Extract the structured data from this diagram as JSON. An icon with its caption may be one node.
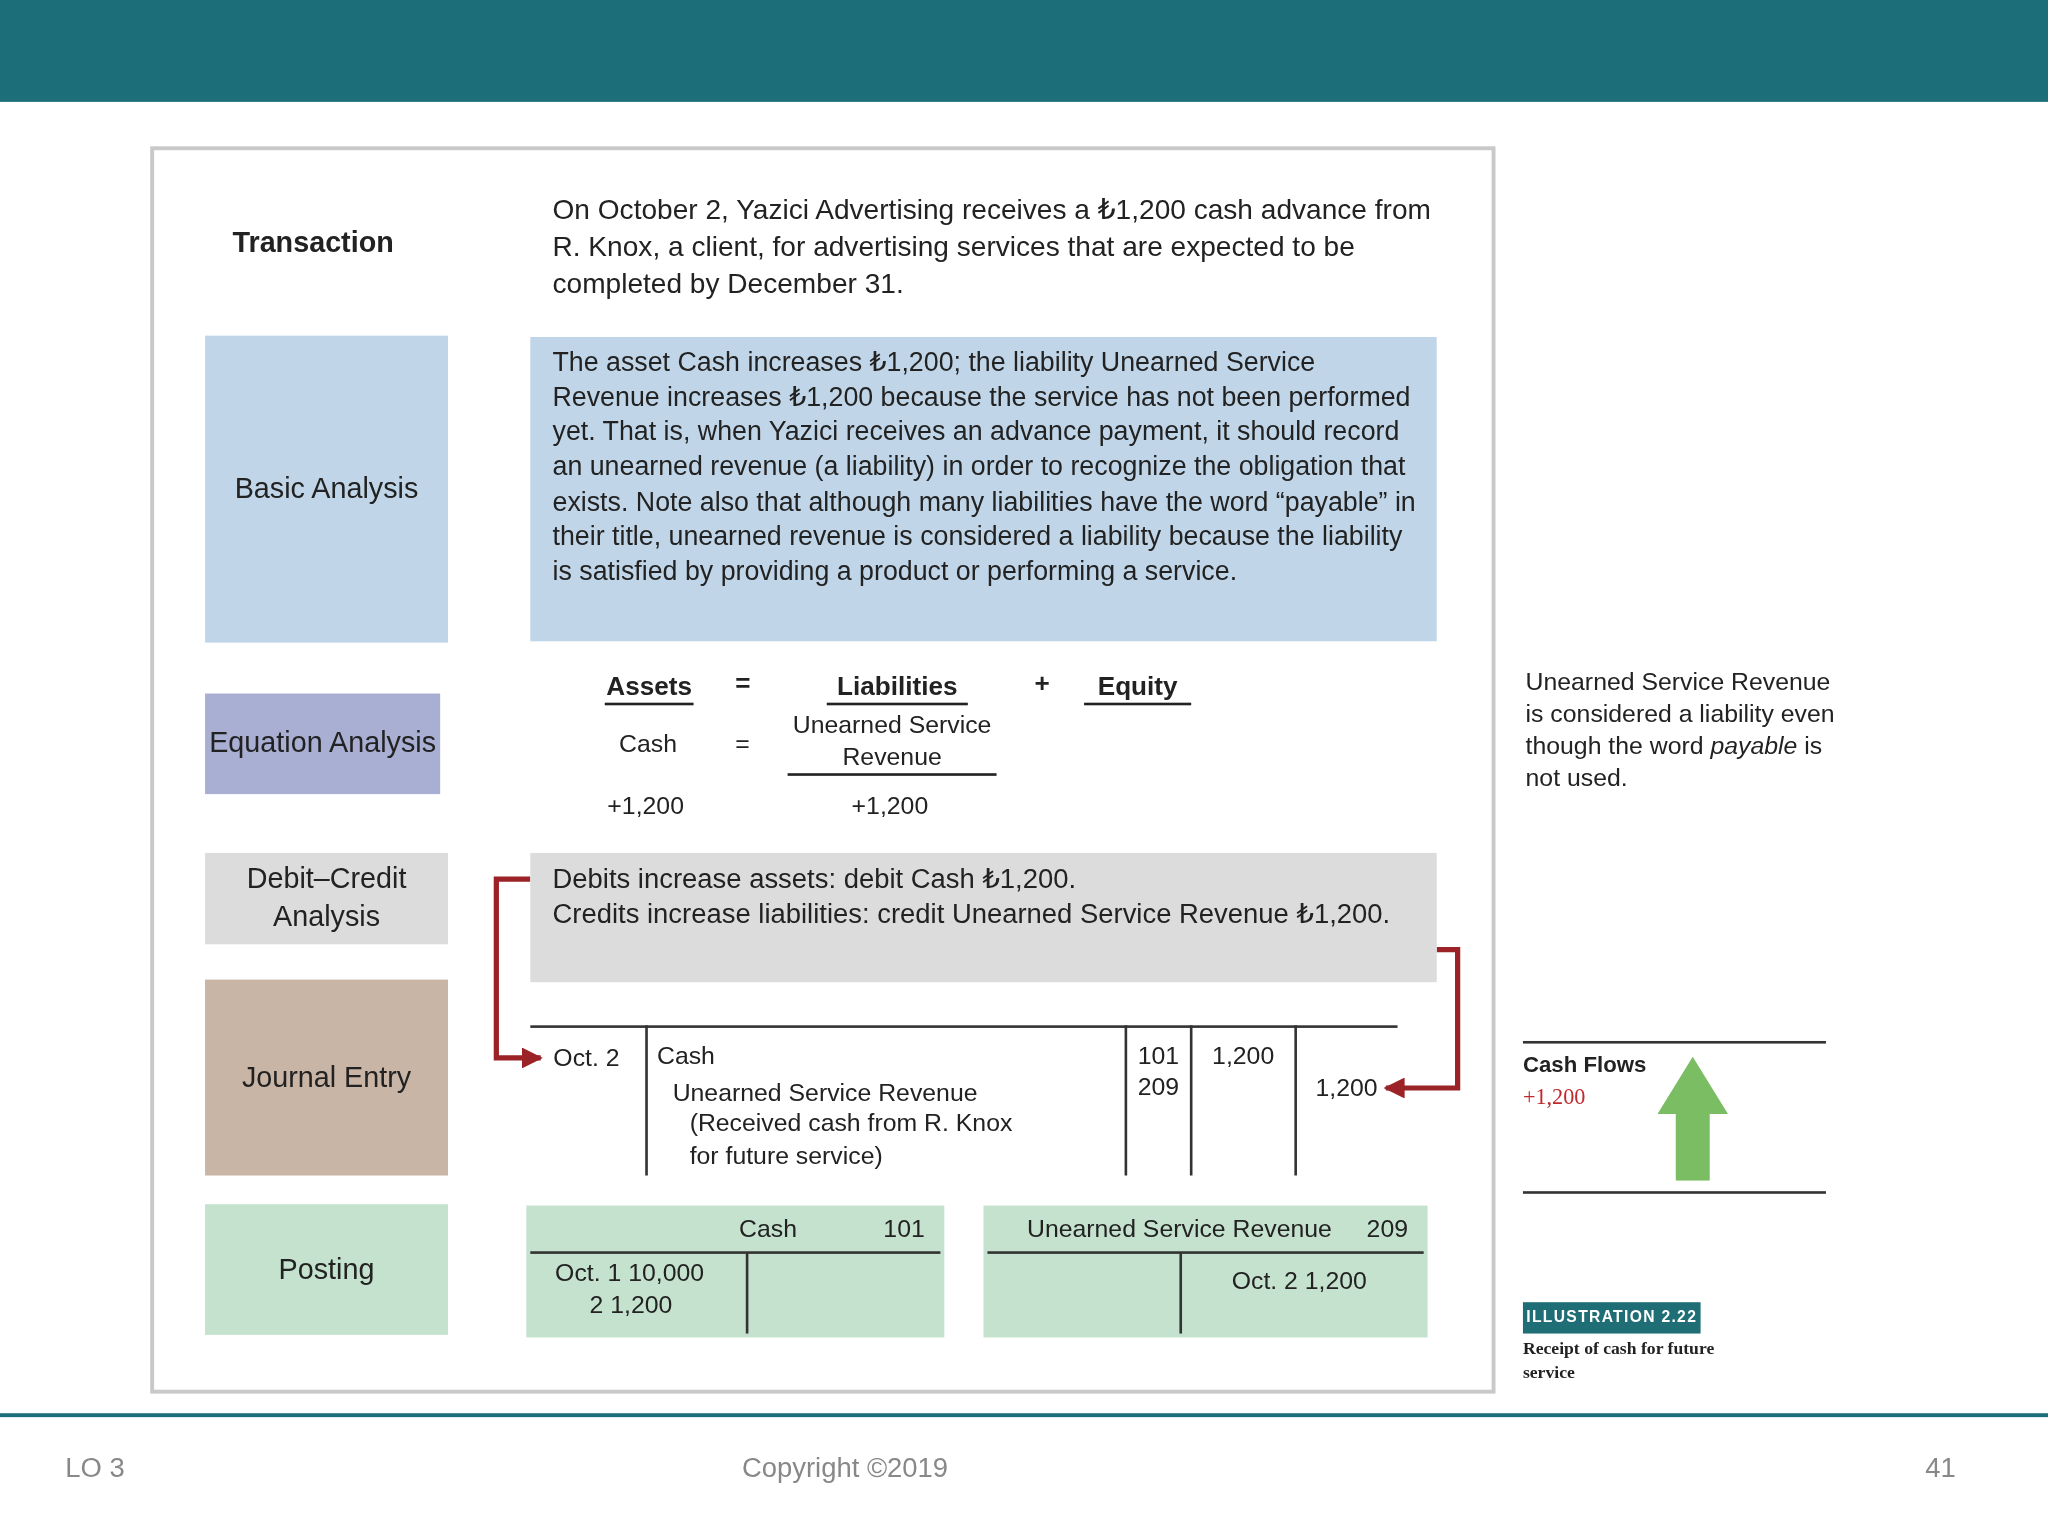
{
  "diagram": {
    "nodes": [
      {
        "text": [
          "Basic Analysis"
        ]
      },
      {
        "text": [
          "The asset Cash increases ₺1,200; the liability Unearned Service Revenue increases ₺1,200 because the service has not been performed yet. That is, when Yazici receives an advance payment, it should record an unearned revenue (a liability) in order to recognize the obligation that exists. Note also that although many liabilities have the word “payable” in their title, unearned revenue is considered a liability because the liability is satisfied by providing a product or performing a service."
        ]
      },
      {
        "text": [
          "Equation Analysis"
        ]
      },
      {
        "text": [
          "Debit–Credit Analysis"
        ]
      },
      {
        "text": [
          "Debits increase assets: debit Cash ₺1,200.",
          "Credits increase liabilities: credit Unearned Service Revenue ₺1,200."
        ]
      },
      {
        "text": [
          "Journal Entry"
        ]
      },
      {
        "text": [
          "Oct. 2"
        ]
      },
      {
        "text": [
          "1,200"
        ]
      },
      {
        "text": [
          "Posting"
        ]
      },
      {
        "text": [
          "Cash",
          "101",
          "Oct. 1 10,000",
          "2 1,200"
        ]
      },
      {
        "text": [
          "Unearned Service Revenue",
          "209",
          "Oct. 2 1,200"
        ]
      },
      {
        "text": [
          "ILLUSTRATION 2.22"
        ]
      }
    ],
    "edges": [
      {
        "from": 4,
        "to": 6,
        "arrow": "to"
      },
      {
        "from": 4,
        "to": 7,
        "arrow": "to"
      }
    ],
    "labels": [
      "Transaction",
      "On October 2, Yazici Advertising receives a ₺1,200 cash advance from R. Knox, a client, for advertising services that are expected to be completed by December 31.",
      "Assets",
      "=",
      "Liabilities",
      "+",
      "Equity",
      "Cash",
      "=",
      "Unearned Service Revenue",
      "+1,200",
      "+1,200",
      "Cash",
      "Unearned Service Revenue",
      "(Received cash from R. Knox for future service)",
      "101",
      "209",
      "1,200",
      "Unearned Service Revenue is considered a liability even though the word *payable* is not used.",
      "Cash Flows",
      "+1,200",
      "Receipt of cash for future service",
      "LO 3",
      "Copyright ©2019",
      "41"
    ]
  }
}
